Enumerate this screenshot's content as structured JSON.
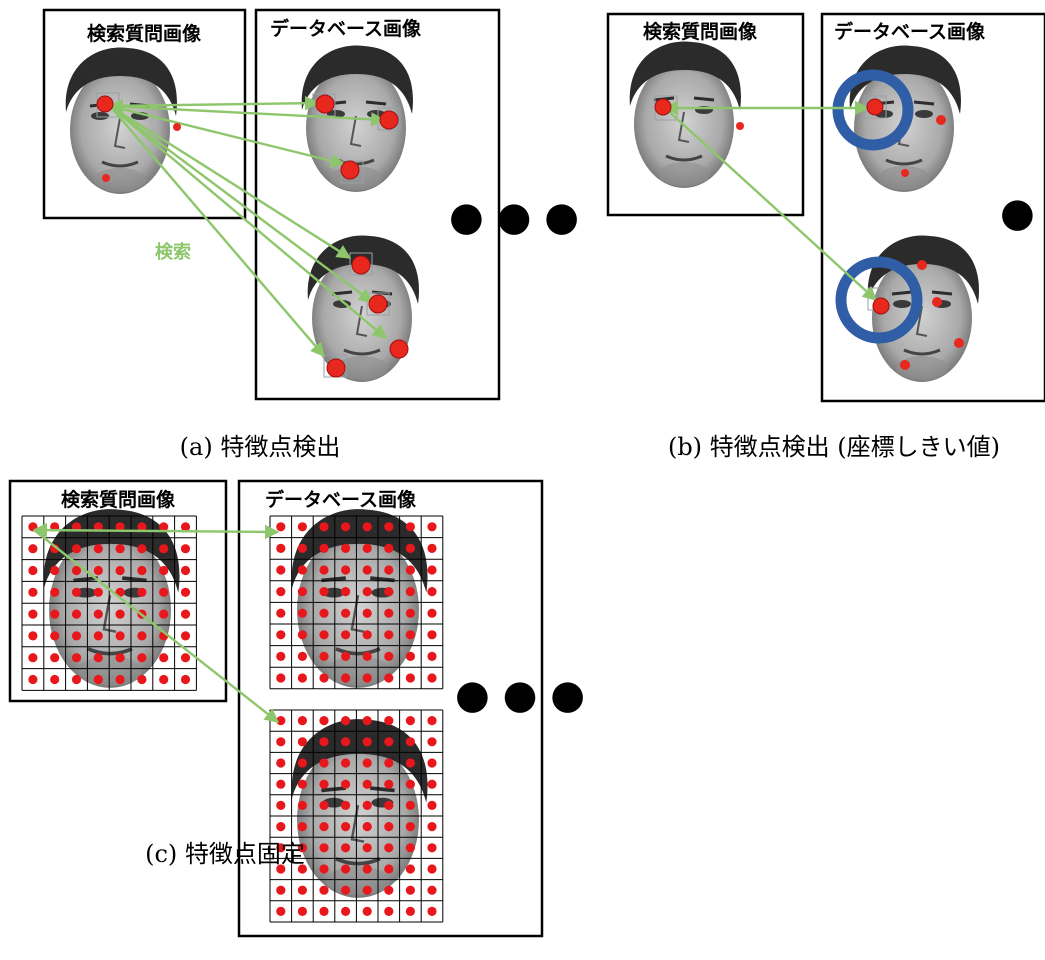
{
  "panel_a": {
    "query_title": "検索質問画像",
    "db_title": "データベース画像",
    "search_label": "検索",
    "ellipsis": "● ● ●",
    "caption": "(a) 特徴点検出"
  },
  "panel_b": {
    "query_title": "検索質問画像",
    "db_title": "データベース画像",
    "ellipsis": "● ● ●",
    "caption": "(b) 特徴点検出 (座標しきい値)"
  },
  "panel_c": {
    "query_title": "検索質問画像",
    "db_title": "データベース画像",
    "ellipsis": "● ● ●",
    "caption": "(c) 特徴点固定"
  },
  "colors": {
    "arrow": "#8dc66b",
    "feature_point": "#e8271d",
    "threshold_ring": "#2f5ea6"
  }
}
